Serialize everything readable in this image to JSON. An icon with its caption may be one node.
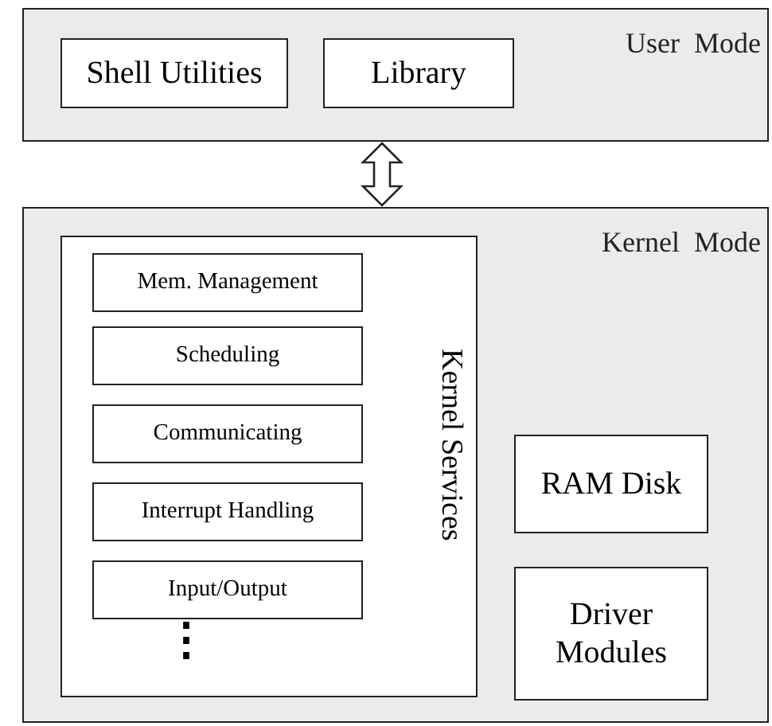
{
  "diagram": {
    "nodes": [
      {
        "text": [
          "User  Mode"
        ]
      },
      {
        "text": [
          "Shell Utilities"
        ],
        "in": 0
      },
      {
        "text": [
          "Library"
        ],
        "in": 0
      },
      {
        "text": [
          "Kernel  Mode"
        ]
      },
      {
        "text": [
          "Kernel Services"
        ],
        "in": 3
      },
      {
        "text": [
          "Mem. Management"
        ],
        "in": 4
      },
      {
        "text": [
          "Scheduling"
        ],
        "in": 4
      },
      {
        "text": [
          "Communicating"
        ],
        "in": 4
      },
      {
        "text": [
          "Interrupt Handling"
        ],
        "in": 4
      },
      {
        "text": [
          "Input/Output"
        ],
        "in": 4
      },
      {
        "text": [
          "RAM Disk"
        ],
        "in": 3
      },
      {
        "text": [
          "Driver Modules"
        ],
        "in": 3
      }
    ],
    "edges": [
      {
        "from": 0,
        "to": 3,
        "arrow": "both"
      }
    ],
    "labels": [
      "⋮"
    ]
  }
}
